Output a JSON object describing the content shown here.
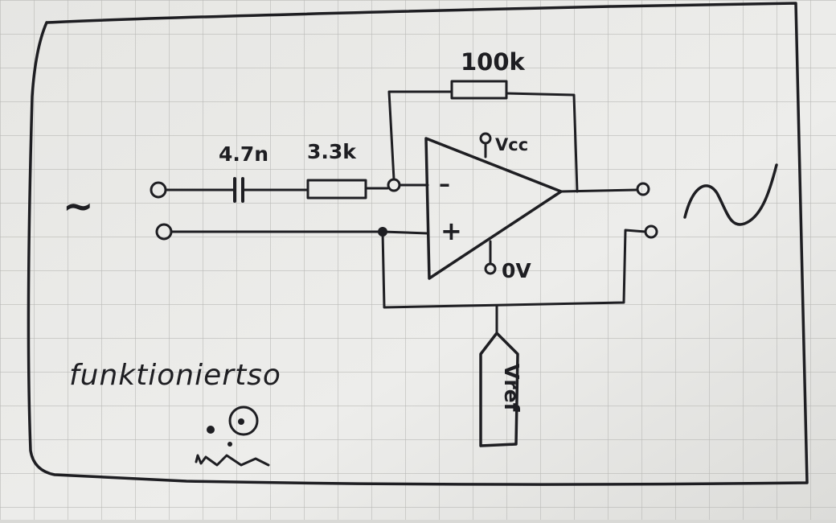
{
  "diagram": {
    "labels": {
      "capacitor": "4.7n",
      "resistor_in": "3.3k",
      "resistor_feedback": "100k",
      "supply_positive": "Vcc",
      "supply_ground": "0V",
      "inverting_input": "–",
      "non_inverting_input": "+",
      "reference": "Vref",
      "handwritten_title": "funktioniertso"
    },
    "symbols": {
      "input_signal": "~",
      "output_signal": "sine-wave"
    }
  },
  "colors": {
    "paper": "#ececea",
    "grid": "#b9b9b6",
    "ink": "#1e1e22"
  }
}
